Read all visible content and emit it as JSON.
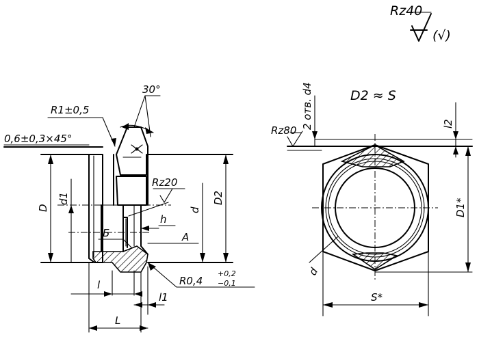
{
  "surface_roughness": {
    "main": "Rz40",
    "other": "(√)",
    "face": "Rz80",
    "thread": "Rz20"
  },
  "chamfer": "0,6±0,3×45°",
  "fillet_top": "R1±0,5",
  "fillet_bottom": "R0,4",
  "fillet_bottom_tol_upper": "+0,2",
  "fillet_bottom_tol_lower": "−0,1",
  "angle": "30°",
  "dims": {
    "D": "D",
    "d1": "d1",
    "D2": "D2",
    "d": "d",
    "h": "h",
    "l": "l",
    "l1": "l1",
    "L": "L",
    "l2": "l2",
    "D1": "D1*",
    "S": "S*",
    "d_view": "d"
  },
  "section_labels": {
    "B": "Б",
    "A": "A"
  },
  "relation": "D2 ≈ S",
  "hole_note": "2 отв. d4"
}
